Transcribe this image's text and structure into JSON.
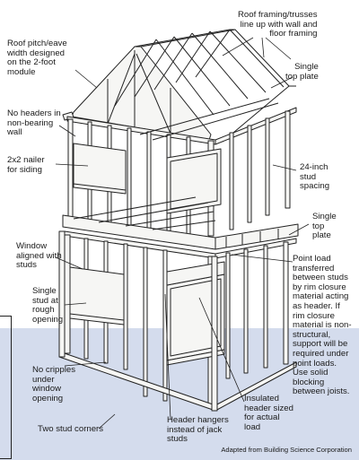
{
  "labels": {
    "roof_pitch": "Roof pitch/eave\nwidth designed\non the 2-foot\nmodule",
    "roof_framing": "Roof framing/trusses\nline up with wall and\nfloor framing",
    "single_top_plate_upper": "Single\ntop plate",
    "no_headers": "No headers in\nnon-bearing\nwall",
    "nailer": "2x2 nailer\nfor siding",
    "stud_spacing": "24-inch\nstud\nspacing",
    "single_top_plate_lower": "Single\ntop\nplate",
    "window_aligned": "Window\naligned with\nstuds",
    "point_load": "Point load\ntransferred\nbetween studs\nby rim closure\nmaterial acting\nas header. If\nrim closure\nmaterial is non-\nstructural,\nsupport will be\nrequired under\npoint loads.\nUse solid\nblocking\nbetween joists.",
    "single_stud": "Single\nstud at\nrough\nopening",
    "no_cripples": "No cripples\nunder\nwindow\nopening",
    "insulated_header": "Insulated\nheader sized\nfor actual\nload",
    "two_stud_corners": "Two stud corners",
    "header_hangers": "Header hangers\ninstead of jack\nstuds"
  },
  "credit": "Adapted from Building Science Corporation",
  "colors": {
    "ground": "#d4dced",
    "wood": "#f6f6f4",
    "line": "#222222"
  }
}
